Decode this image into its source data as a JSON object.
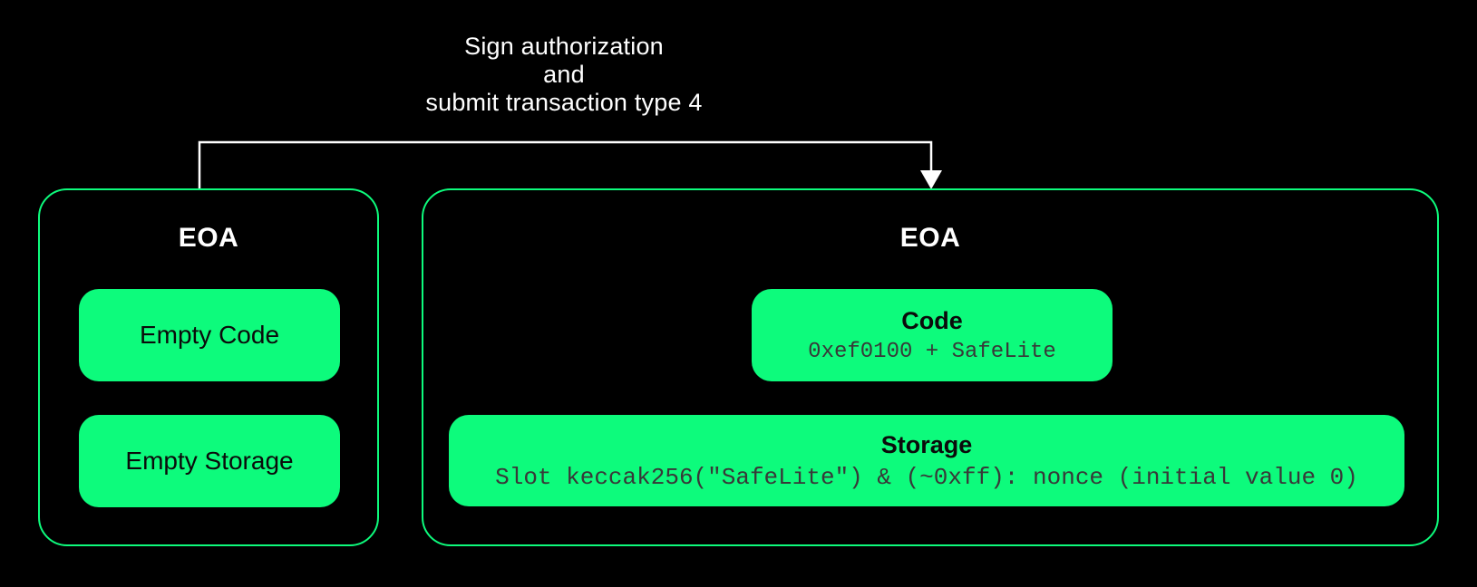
{
  "colors": {
    "background": "#000000",
    "accent_green": "#0DFB7C",
    "arrow_white": "#FFFFFF",
    "card_text_black": "#0B0B0B",
    "mono_text_gray": "#383838"
  },
  "arrow": {
    "label_lines": [
      "Sign authorization",
      "and",
      "submit transaction type 4"
    ]
  },
  "left_account": {
    "title": "EOA",
    "cards": [
      {
        "title": "Empty Code"
      },
      {
        "title": "Empty Storage"
      }
    ]
  },
  "right_account": {
    "title": "EOA",
    "cards": [
      {
        "title": "Code",
        "detail": "0xef0100 + SafeLite"
      },
      {
        "title": "Storage",
        "detail": "Slot keccak256(\"SafeLite\") & (~0xff): nonce (initial value 0)"
      }
    ]
  }
}
